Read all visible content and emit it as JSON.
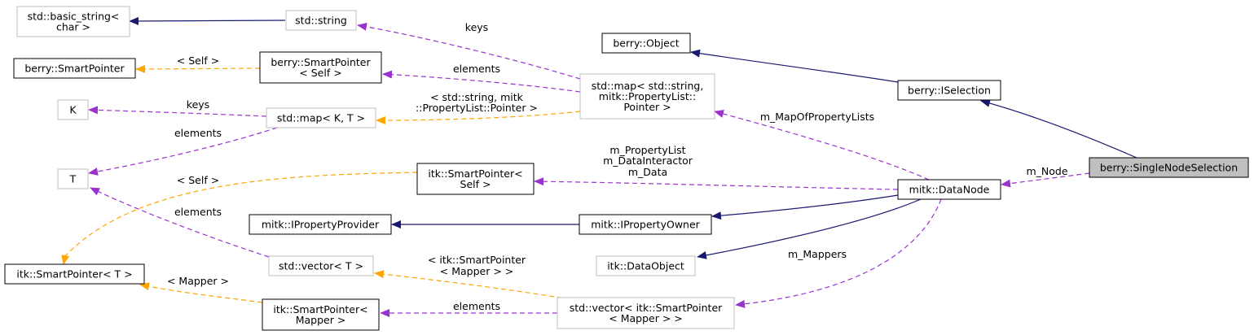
{
  "diagram": {
    "colors": {
      "inheritance": "#191970",
      "usage": "#9a32cd",
      "template": "#ffa500",
      "focus_fill": "#bfbfbf",
      "gray_border": "#bfbfbf",
      "solid_border": "#000000"
    },
    "nodes": [
      {
        "id": "basic_string",
        "lines": [
          "std::basic_string<",
          "char >"
        ],
        "style": "gray"
      },
      {
        "id": "std_string",
        "lines": [
          "std::string"
        ],
        "style": "gray"
      },
      {
        "id": "berry_smartpointer",
        "lines": [
          "berry::SmartPointer"
        ],
        "style": "solid"
      },
      {
        "id": "berry_smartpointer_self",
        "lines": [
          "berry::SmartPointer",
          "< Self >"
        ],
        "style": "solid"
      },
      {
        "id": "berry_object",
        "lines": [
          "berry::Object"
        ],
        "style": "solid"
      },
      {
        "id": "map_string_pl",
        "lines": [
          "std::map< std::string,",
          "mitk::PropertyList::",
          "Pointer >"
        ],
        "style": "gray"
      },
      {
        "id": "berry_iselection",
        "lines": [
          "berry::ISelection"
        ],
        "style": "solid"
      },
      {
        "id": "K",
        "lines": [
          "K"
        ],
        "style": "gray"
      },
      {
        "id": "map_K_T",
        "lines": [
          "std::map< K, T >"
        ],
        "style": "gray"
      },
      {
        "id": "T",
        "lines": [
          "T"
        ],
        "style": "gray"
      },
      {
        "id": "itk_smartpointer_self",
        "lines": [
          "itk::SmartPointer<",
          "Self >"
        ],
        "style": "solid"
      },
      {
        "id": "berry_singlenodeselection",
        "lines": [
          "berry::SingleNodeSelection"
        ],
        "style": "focus"
      },
      {
        "id": "mitk_datanode",
        "lines": [
          "mitk::DataNode"
        ],
        "style": "solid"
      },
      {
        "id": "mitk_ipropertyprovider",
        "lines": [
          "mitk::IPropertyProvider"
        ],
        "style": "solid"
      },
      {
        "id": "mitk_ipropertyowner",
        "lines": [
          "mitk::IPropertyOwner"
        ],
        "style": "solid"
      },
      {
        "id": "itk_smartpointer_T",
        "lines": [
          "itk::SmartPointer< T >"
        ],
        "style": "solid"
      },
      {
        "id": "std_vector_T",
        "lines": [
          "std::vector< T >"
        ],
        "style": "gray"
      },
      {
        "id": "itk_dataobject",
        "lines": [
          "itk::DataObject"
        ],
        "style": "gray"
      },
      {
        "id": "itk_smartpointer_mapper",
        "lines": [
          "itk::SmartPointer<",
          "Mapper >"
        ],
        "style": "solid"
      },
      {
        "id": "vector_smartpointer_mapper",
        "lines": [
          "std::vector< itk::SmartPointer",
          "< Mapper > >"
        ],
        "style": "gray"
      }
    ],
    "edges": [
      {
        "id": "e_string_basic",
        "kind": "inherit",
        "label": []
      },
      {
        "id": "e_map_string_keys",
        "kind": "usage",
        "label": [
          "keys"
        ]
      },
      {
        "id": "e_map_bsp_elements",
        "kind": "usage",
        "label": [
          "elements"
        ]
      },
      {
        "id": "e_bsp_template",
        "kind": "template",
        "label": [
          "< Self >"
        ]
      },
      {
        "id": "e_iselection_object",
        "kind": "inherit",
        "label": []
      },
      {
        "id": "e_sns_iselection",
        "kind": "inherit",
        "label": []
      },
      {
        "id": "e_mapKT_K",
        "kind": "usage",
        "label": [
          "keys"
        ]
      },
      {
        "id": "e_mapKT_T",
        "kind": "usage",
        "label": [
          "elements"
        ]
      },
      {
        "id": "e_map_template",
        "kind": "template",
        "label": [
          "< std::string, mitk",
          "::PropertyList::Pointer >"
        ]
      },
      {
        "id": "e_datanode_map",
        "kind": "usage",
        "label": [
          "m_MapOfPropertyLists"
        ]
      },
      {
        "id": "e_sns_datanode",
        "kind": "usage",
        "label": [
          "m_Node"
        ]
      },
      {
        "id": "e_datanode_itkself",
        "kind": "usage",
        "label": [
          "m_PropertyList",
          "m_DataInteractor",
          "m_Data"
        ]
      },
      {
        "id": "e_itkself_template",
        "kind": "template",
        "label": [
          "< Self >"
        ]
      },
      {
        "id": "e_datanode_owner",
        "kind": "inherit",
        "label": []
      },
      {
        "id": "e_owner_provider",
        "kind": "inherit",
        "label": []
      },
      {
        "id": "e_datanode_dataobject",
        "kind": "inherit",
        "label": []
      },
      {
        "id": "e_vectorT_T",
        "kind": "usage",
        "label": [
          "elements"
        ]
      },
      {
        "id": "e_datanode_vector",
        "kind": "usage",
        "label": [
          "m_Mappers"
        ]
      },
      {
        "id": "e_vectorT_template",
        "kind": "template",
        "label": [
          "< itk::SmartPointer",
          "< Mapper > >"
        ]
      },
      {
        "id": "e_vector_itkmapper",
        "kind": "usage",
        "label": [
          "elements"
        ]
      },
      {
        "id": "e_itkmapper_template",
        "kind": "template",
        "label": [
          "< Mapper >"
        ]
      }
    ]
  }
}
